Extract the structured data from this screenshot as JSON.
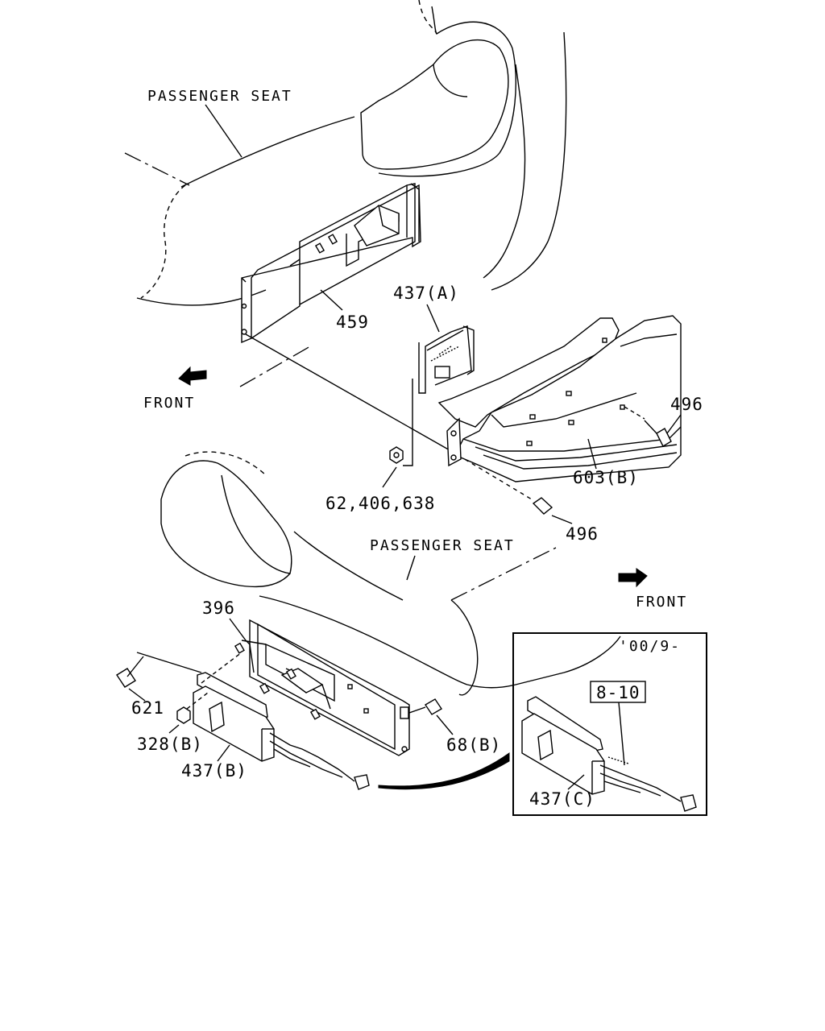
{
  "labels": {
    "passenger_seat_top": "PASSENGER SEAT",
    "passenger_seat_bottom": "PASSENGER SEAT",
    "front_top": "FRONT",
    "front_bottom": "FRONT",
    "p459": "459",
    "p437a": "437(A)",
    "p496_right": "496",
    "p603b": "603(B)",
    "p62_406_638": "62,406,638",
    "p496_bottom": "496",
    "p396": "396",
    "p621": "621",
    "p328b": "328(B)",
    "p437b": "437(B)",
    "p68b": "68(B)",
    "inset_date": "'00/9-",
    "inset_ref": "8-10",
    "p437c": "437(C)"
  }
}
